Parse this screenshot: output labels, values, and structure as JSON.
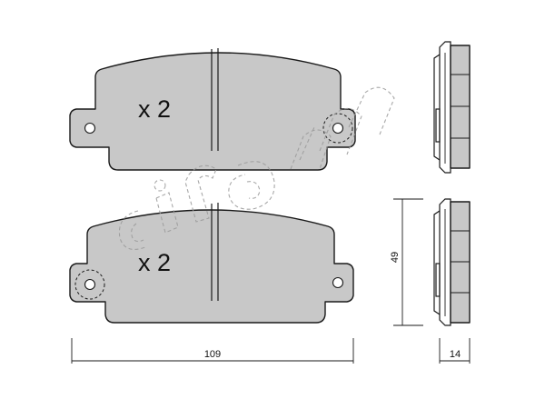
{
  "top_pad": {
    "quantity_label": "x 2"
  },
  "bottom_pad": {
    "quantity_label": "x 2"
  },
  "dimensions": {
    "width_label": "109",
    "height_label": "49",
    "thickness_label": "14"
  },
  "colors": {
    "pad_fill": "#c8c8c8",
    "outline": "#1a1a1a",
    "watermark": "#9a9a9a"
  },
  "watermark": {
    "text": "cifam"
  }
}
